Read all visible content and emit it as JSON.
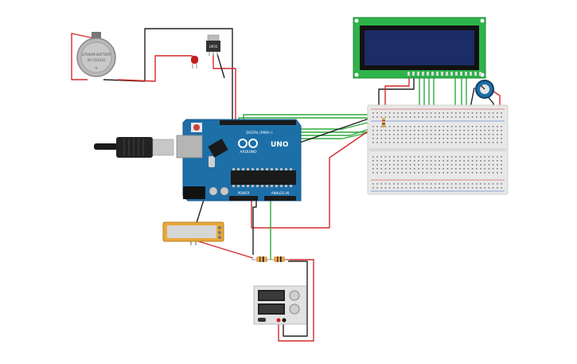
{
  "battery": {
    "line1": "LITHIUM BATTERY",
    "line2": "3V  CR2032",
    "label": "+"
  },
  "regulator": {
    "label": "LM35"
  },
  "arduino": {
    "logo_text": "ARDUINO",
    "model": "UNO",
    "digital_label": "DIGITAL (PWM~)",
    "power_label": "POWER",
    "analog_label": "ANALOG IN"
  },
  "colors": {
    "wire_red": "#d42a2a",
    "wire_black": "#222222",
    "wire_green": "#2eaa3c",
    "arduino_blue": "#1d6fa8",
    "lcd_green": "#2eb34a",
    "lcd_screen": "#1b2c66",
    "breadboard": "#e8e8e8",
    "display_module": "#e8a83a"
  },
  "icons": {
    "usb_cable": "usb-plug-icon",
    "potentiometer": "knob-icon",
    "led": "led-icon",
    "resistor": "resistor-icon"
  }
}
